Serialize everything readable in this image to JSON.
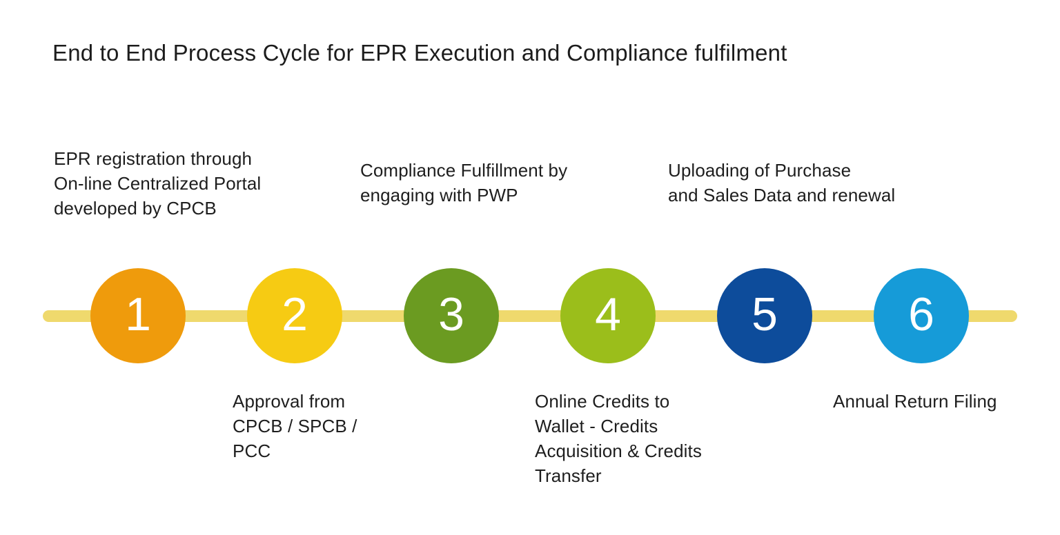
{
  "title": "End to End Process Cycle for EPR Execution and Compliance fulfilment",
  "timeline": {
    "line_color": "#EFD96D",
    "number_text_color": "#ffffff",
    "steps": [
      {
        "number": "1",
        "color": "#EF9B0C",
        "label_position": "above",
        "label": "EPR registration through\nOn-line Centralized Portal\ndeveloped by CPCB"
      },
      {
        "number": "2",
        "color": "#F6CB13",
        "label_position": "below",
        "label": "Approval from\nCPCB / SPCB /\nPCC"
      },
      {
        "number": "3",
        "color": "#6B9B21",
        "label_position": "above",
        "label": "Compliance Fulfillment by\nengaging with PWP"
      },
      {
        "number": "4",
        "color": "#9BBE1B",
        "label_position": "below",
        "label": "Online Credits to\nWallet - Credits\nAcquisition & Credits\nTransfer"
      },
      {
        "number": "5",
        "color": "#0D4C9B",
        "label_position": "above",
        "label": "Uploading of Purchase\nand Sales Data and renewal"
      },
      {
        "number": "6",
        "color": "#169BD8",
        "label_position": "below",
        "label": "Annual Return Filing"
      }
    ]
  }
}
